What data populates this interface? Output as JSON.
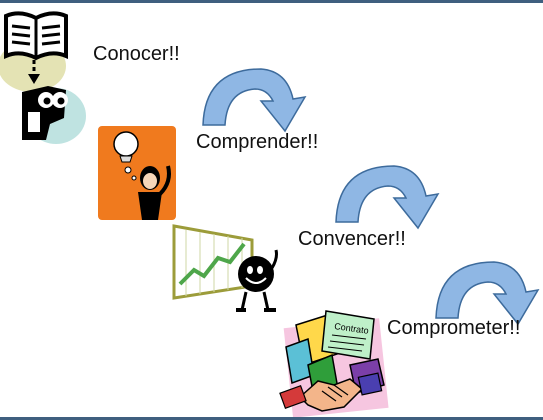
{
  "colors": {
    "rule": "#3f5f7f",
    "arrow_fill": "#8fb7e4",
    "arrow_stroke": "#3d6b9c",
    "orange": "#f07a1e",
    "teal_blob": "#bfe3e1",
    "olive_blob": "#e4e3b4",
    "chart_green": "#4ea64a"
  },
  "steps": [
    {
      "label": "Conocer!!",
      "icon": "book-and-eyes-icon"
    },
    {
      "label": "Comprender!!",
      "icon": "thinking-person-lightbulb-icon"
    },
    {
      "label": "Convencer!!",
      "icon": "rising-chart-smiley-icon"
    },
    {
      "label": "Comprometer!!",
      "icon": "contract-handshake-icon"
    }
  ],
  "contract_text": "Contrato",
  "arrows": [
    {
      "icon": "curved-arrow-icon"
    },
    {
      "icon": "curved-arrow-icon"
    },
    {
      "icon": "curved-arrow-icon"
    }
  ]
}
